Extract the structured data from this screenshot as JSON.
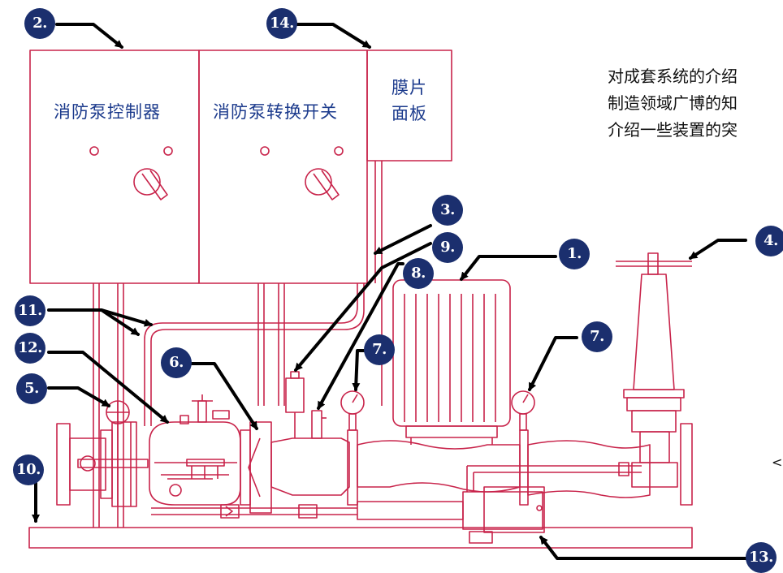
{
  "boxes": {
    "controller": "消防泵控制器",
    "switch": "消防泵转换开关",
    "panel_line1": "膜片",
    "panel_line2": "面板"
  },
  "intro_lines": [
    "对成套系统的介绍",
    "制造领域广博的知",
    "介绍一些装置的突"
  ],
  "callouts": {
    "c1": "1.",
    "c2": "2.",
    "c3": "3.",
    "c4": "4.",
    "c5": "5.",
    "c6": "6.",
    "c7a": "7.",
    "c7b": "7.",
    "c8": "8.",
    "c9": "9.",
    "c10": "10.",
    "c11": "11.",
    "c12": "12.",
    "c13": "13.",
    "c14": "14."
  },
  "edge_fragment": "<",
  "colors": {
    "line": "#c8234a",
    "badge": "#1b2f6e",
    "label": "#1b3a8c",
    "arrow": "#000000"
  }
}
